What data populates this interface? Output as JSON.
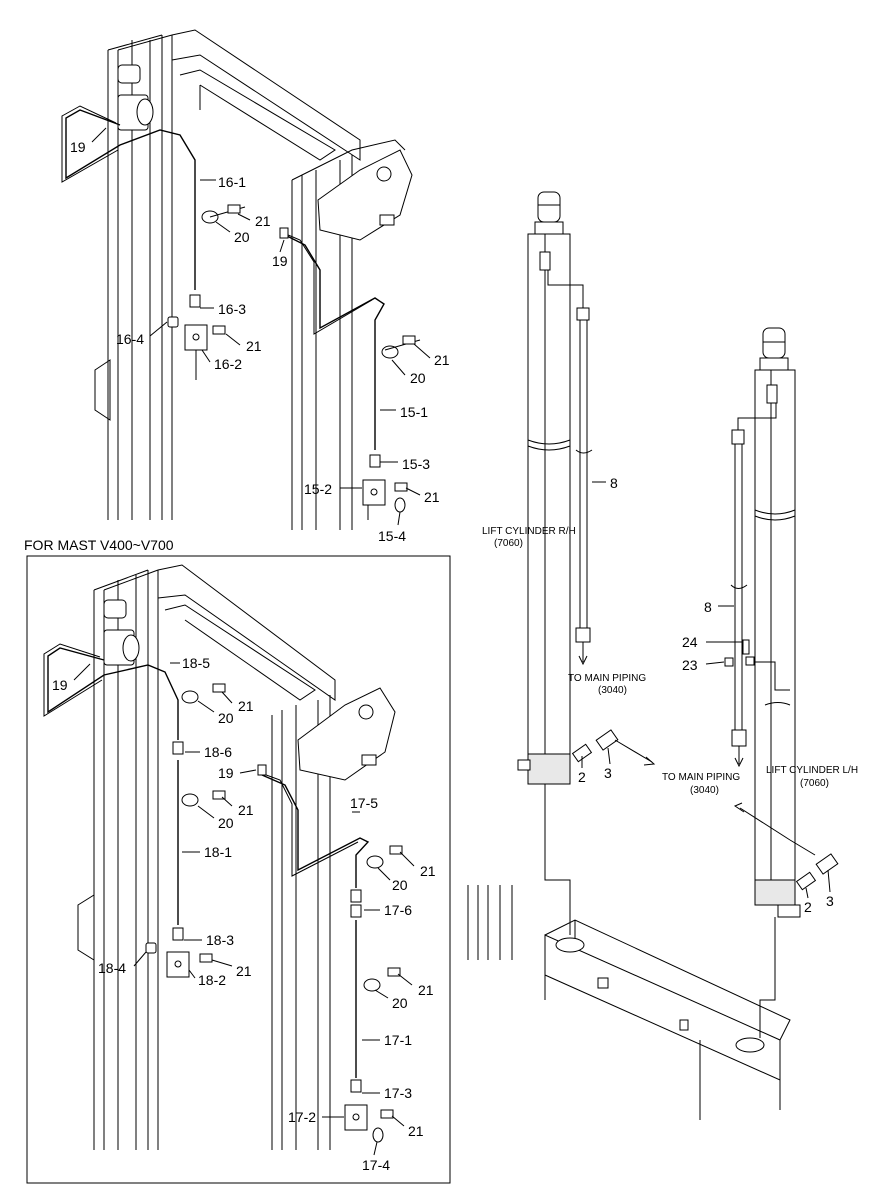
{
  "inset_title": "FOR MAST V400~V700",
  "cylinders": {
    "right_label": "LIFT CYLINDER R/H",
    "right_code": "(7060)",
    "left_label": "LIFT CYLINDER L/H",
    "left_code": "(7060)",
    "to_main_1_label": "TO MAIN PIPING",
    "to_main_1_code": "(3040)",
    "to_main_2_label": "TO MAIN PIPING",
    "to_main_2_code": "(3040)"
  },
  "callouts_top": {
    "p19a": "19",
    "p16_1": "16-1",
    "p21a": "21",
    "p20a": "20",
    "p19b": "19",
    "p16_3": "16-3",
    "p16_4": "16-4",
    "p21b": "21",
    "p16_2": "16-2",
    "p21c": "21",
    "p20b": "20",
    "p15_1": "15-1",
    "p15_3": "15-3",
    "p15_2": "15-2",
    "p21d": "21",
    "p15_4": "15-4"
  },
  "callouts_inset": {
    "p19a": "19",
    "p18_5": "18-5",
    "p21a": "21",
    "p20a": "20",
    "p18_6": "18-6",
    "p19b": "19",
    "p21b": "21",
    "p20b": "20",
    "p18_1": "18-1",
    "p17_5": "17-5",
    "p21c": "21",
    "p20c": "20",
    "p17_6": "17-6",
    "p18_3": "18-3",
    "p18_4": "18-4",
    "p21d": "21",
    "p18_2": "18-2",
    "p21e": "21",
    "p20d": "20",
    "p17_1": "17-1",
    "p17_3": "17-3",
    "p17_2": "17-2",
    "p21f": "21",
    "p17_4": "17-4"
  },
  "callouts_right": {
    "p8a": "8",
    "p8b": "8",
    "p24": "24",
    "p23": "23",
    "p2a": "2",
    "p3a": "3",
    "p2b": "2",
    "p3b": "3"
  }
}
